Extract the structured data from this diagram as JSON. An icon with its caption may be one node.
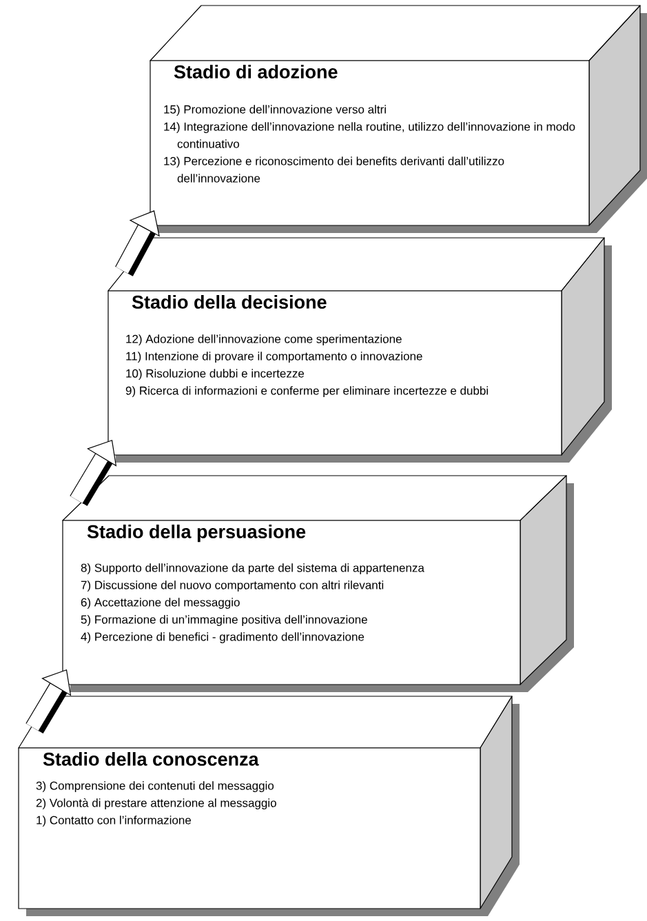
{
  "diagram": {
    "nodes": [
      {
        "text": [
          "Stadio di adozione",
          "15) Promozione dell’innovazione verso altri",
          "14) Integrazione dell’innovazione nella routine, utilizzo dell’innovazione in modo continuativo",
          "13) Percezione e riconoscimento dei benefits derivanti dall’utilizzo dell’innovazione"
        ]
      },
      {
        "text": [
          "Stadio della decisione",
          "12) Adozione dell’innovazione come sperimentazione",
          "11) Intenzione di provare il comportamento o innovazione",
          "10) Risoluzione dubbi e incertezze",
          "9) Ricerca di informazioni e conferme per eliminare incertezze e dubbi"
        ]
      },
      {
        "text": [
          "Stadio della persuasione",
          "8) Supporto dell’innovazione da parte del sistema di appartenenza",
          "7) Discussione del nuovo comportamento con altri rilevanti",
          "6) Accettazione del messaggio",
          "5) Formazione di un’immagine positiva dell’innovazione",
          "4) Percezione di benefici - gradimento dell’innovazione"
        ]
      },
      {
        "text": [
          "Stadio della conoscenza",
          "3) Comprensione dei contenuti del messaggio",
          "2) Volontà di prestare attenzione al messaggio",
          "1) Contatto con l’informazione"
        ]
      }
    ],
    "edges": [
      {
        "from": 3,
        "to": 2,
        "arrow": "to"
      },
      {
        "from": 2,
        "to": 1,
        "arrow": "to"
      },
      {
        "from": 1,
        "to": 0,
        "arrow": "to"
      }
    ]
  }
}
